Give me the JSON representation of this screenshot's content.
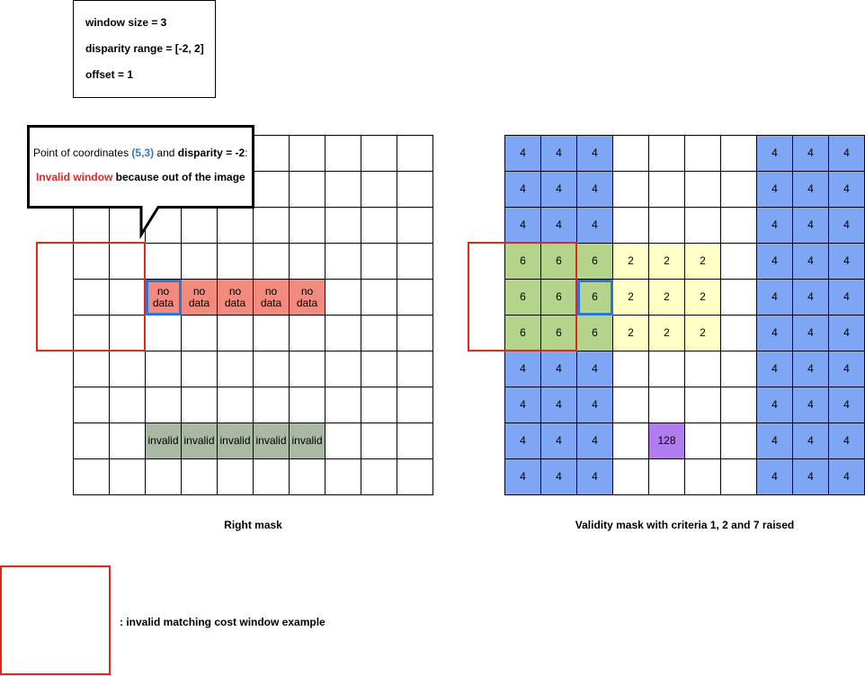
{
  "info": {
    "window_size": "window size = 3",
    "disparity_range": "disparity range = [-2, 2]",
    "offset": "offset = 1"
  },
  "callout": {
    "prefix": "Point of coordinates ",
    "coords": "(5,3)",
    "middle": " and ",
    "disparity_label": "disparity = -2",
    "colon": ":",
    "invalid_window": "Invalid window",
    "reason": " because out of the image"
  },
  "right_mask": {
    "caption": "Right mask",
    "no_data_cells": [
      "no\ndata",
      "no\ndata",
      "no\ndata",
      "no\ndata",
      "no\ndata"
    ],
    "invalid_cells": [
      "invalid",
      "invalid",
      "invalid",
      "invalid",
      "invalid"
    ]
  },
  "validity_mask": {
    "caption": "Validity mask with criteria 1, 2 and 7 raised",
    "rows": [
      [
        "4",
        "4",
        "4",
        "",
        "",
        "",
        "",
        "4",
        "4",
        "4"
      ],
      [
        "4",
        "4",
        "4",
        "",
        "",
        "",
        "",
        "4",
        "4",
        "4"
      ],
      [
        "4",
        "4",
        "4",
        "",
        "",
        "",
        "",
        "4",
        "4",
        "4"
      ],
      [
        "6",
        "6",
        "6",
        "2",
        "2",
        "2",
        "",
        "4",
        "4",
        "4"
      ],
      [
        "6",
        "6",
        "6",
        "2",
        "2",
        "2",
        "",
        "4",
        "4",
        "4"
      ],
      [
        "6",
        "6",
        "6",
        "2",
        "2",
        "2",
        "",
        "4",
        "4",
        "4"
      ],
      [
        "4",
        "4",
        "4",
        "",
        "",
        "",
        "",
        "4",
        "4",
        "4"
      ],
      [
        "4",
        "4",
        "4",
        "",
        "",
        "",
        "",
        "4",
        "4",
        "4"
      ],
      [
        "4",
        "4",
        "4",
        "",
        "128",
        "",
        "",
        "4",
        "4",
        "4"
      ],
      [
        "4",
        "4",
        "4",
        "",
        "",
        "",
        "",
        "4",
        "4",
        "4"
      ]
    ]
  },
  "legend": {
    "text": ": invalid matching cost window example"
  },
  "colors": {
    "criteria_4": "#7ea6f5",
    "criteria_6": "#b3d48a",
    "criteria_2": "#ffffc6",
    "criteria_128": "#b07cf0",
    "no_data": "#f28a7e",
    "invalid": "#a9b8a3",
    "window_frame": "#e0281e",
    "selected_point": "#2a78d4"
  }
}
